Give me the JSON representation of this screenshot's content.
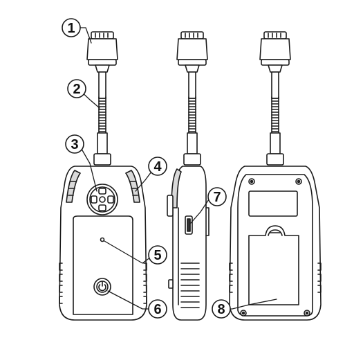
{
  "callouts": [
    {
      "id": "1",
      "label": "1"
    },
    {
      "id": "2",
      "label": "2"
    },
    {
      "id": "3",
      "label": "3"
    },
    {
      "id": "4",
      "label": "4"
    },
    {
      "id": "5",
      "label": "5"
    },
    {
      "id": "6",
      "label": "6"
    },
    {
      "id": "7",
      "label": "7"
    },
    {
      "id": "8",
      "label": "8"
    }
  ],
  "views": [
    "front-view",
    "side-view",
    "back-view"
  ],
  "colors": {
    "stroke": "#1a1a1a",
    "fill": "#ffffff",
    "shade": "#d9d9d9",
    "dark": "#555555"
  }
}
